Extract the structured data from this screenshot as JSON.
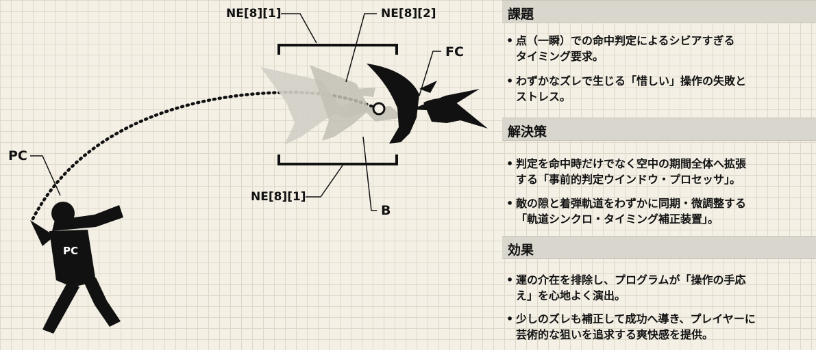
{
  "diagram": {
    "labels": {
      "ne81_top": "NE[8][1]",
      "ne82_top": "NE[8][2]",
      "fc": "FC",
      "pc": "PC",
      "pc_body": "PC",
      "ne81_bottom": "NE[8][1]",
      "b": "B"
    }
  },
  "panel": {
    "sections": [
      {
        "heading": "課題",
        "bullets": [
          [
            "点（一瞬）での命中判定によるシビアすぎる",
            "タイミング要求。"
          ],
          [
            "わずかなズレで生じる「惜しい」操作の失敗と",
            "ストレス。"
          ]
        ]
      },
      {
        "heading": "解決策",
        "bullets": [
          [
            "判定を命中時だけでなく空中の期間全体へ拡張",
            "する「事前的判定ウインドウ・プロセッサ」。"
          ],
          [
            "敵の隙と着弾軌道をわずかに同期・微調整する",
            "「軌道シンクロ・タイミング補正装置」。"
          ]
        ]
      },
      {
        "heading": "効果",
        "bullets": [
          [
            "運の介在を排除し、プログラムが「操作の手応",
            "え」を心地よく演出。"
          ],
          [
            "少しのズレも補正して成功へ導き、プレイヤーに",
            "芸術的な狙いを追求する爽快感を提供。"
          ]
        ]
      }
    ],
    "bullet_glyph": "•"
  },
  "colors": {
    "header_bg": "#d9d6cd",
    "ghost_light": "#d2cfc6",
    "ghost_mid": "#bdbab0",
    "figure": "#111111"
  }
}
